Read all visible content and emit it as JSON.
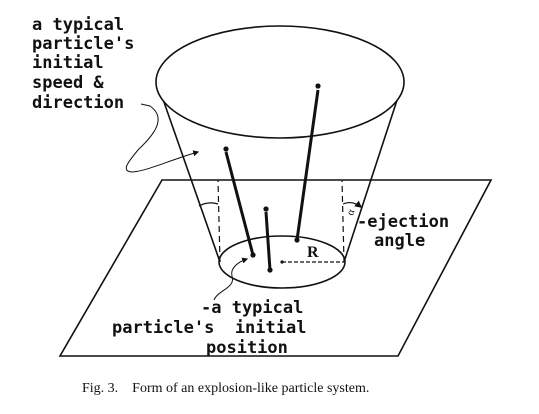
{
  "labels": {
    "speed_direction": [
      "a typical",
      "particle's",
      "initial",
      "speed &",
      "direction"
    ],
    "ejection_angle": [
      "-ejection",
      "angle"
    ],
    "initial_position": [
      "-a typical",
      "particle's  initial",
      "position"
    ],
    "radius": "R",
    "angle_mark": "α",
    "caption": "Fig. 3.    Form of an explosion-like particle system."
  }
}
